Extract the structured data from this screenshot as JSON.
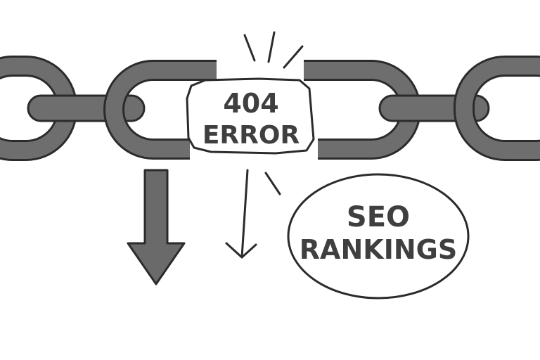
{
  "error_tag": {
    "line1": "404",
    "line2": "ERROR"
  },
  "seo_badge": {
    "line1": "SEO",
    "line2": "RANKINGS"
  },
  "colors": {
    "background": "#ffffff",
    "chain_fill": "#6e6e6e",
    "chain_outline": "#2b2b2b",
    "arrow_fill": "#6a6a6a",
    "text": "#3f3f3f",
    "tag_fill": "#ffffff"
  },
  "icons": [
    "broken-chain-icon",
    "down-arrow-icon",
    "spark-lines-icon",
    "thin-down-arrow-icon"
  ]
}
